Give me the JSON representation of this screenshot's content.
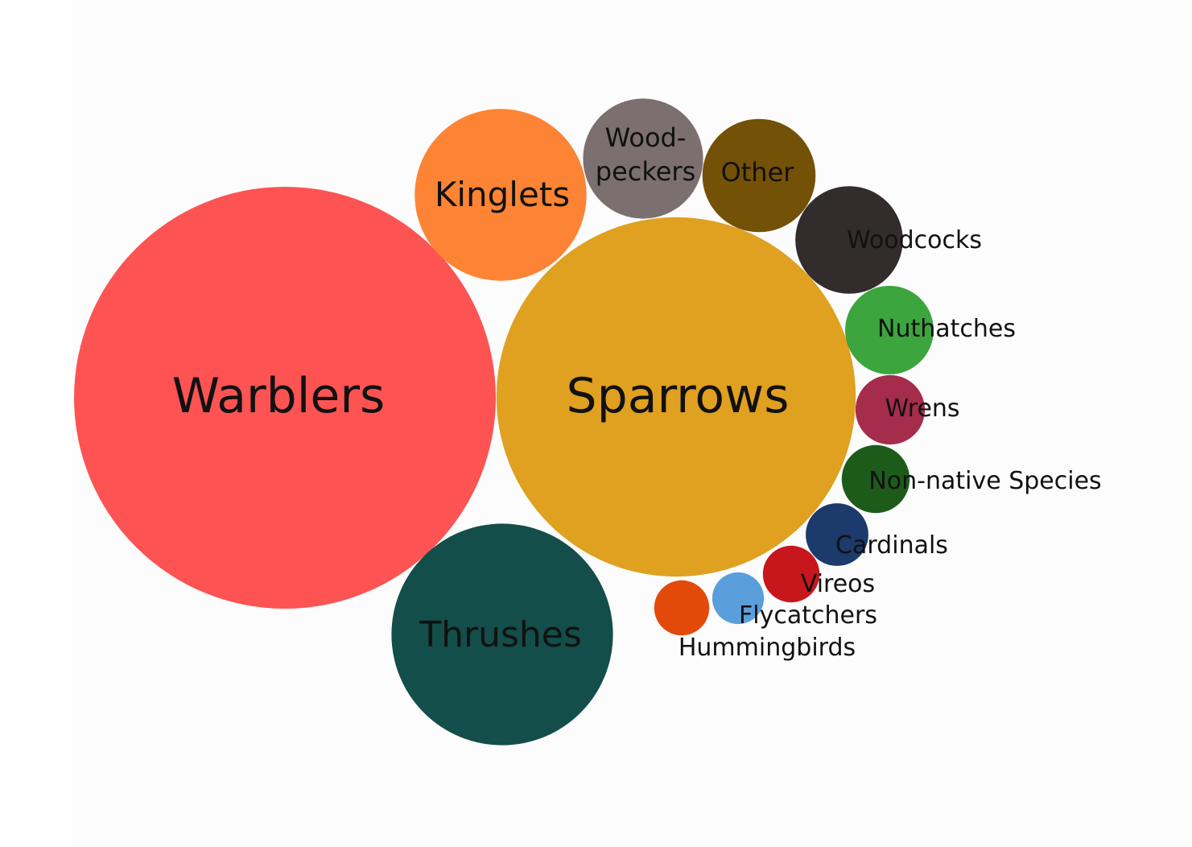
{
  "chart_data": {
    "type": "bubble",
    "title": "",
    "items": [
      {
        "label": "Warblers",
        "lines": [
          "Warblers"
        ],
        "value": 100,
        "color": "#fe5353"
      },
      {
        "label": "Sparrows",
        "lines": [
          "Sparrows"
        ],
        "value": 72.6,
        "color": "#e0a020"
      },
      {
        "label": "Thrushes",
        "lines": [
          "Thrushes"
        ],
        "value": 27.6,
        "color": "#134e4a"
      },
      {
        "label": "Kinglets",
        "lines": [
          "Kinglets"
        ],
        "value": 16.6,
        "color": "#fd8434"
      },
      {
        "label": "Woodpeckers",
        "lines": [
          "Wood-",
          "peckers"
        ],
        "value": 8.1,
        "color": "#7b6f6f"
      },
      {
        "label": "Other",
        "lines": [
          "Other"
        ],
        "value": 7.2,
        "color": "#735106"
      },
      {
        "label": "Woodcocks",
        "lines": [
          "Woodcocks"
        ],
        "value": 6.5,
        "color": "#332c2c"
      },
      {
        "label": "Nuthatches",
        "lines": [
          "Nuthatches"
        ],
        "value": 4.4,
        "color": "#3da53d"
      },
      {
        "label": "Wrens",
        "lines": [
          "Wrens"
        ],
        "value": 2.7,
        "color": "#a52c4b"
      },
      {
        "label": "Non-native Species",
        "lines": [
          "Non-native Species"
        ],
        "value": 2.6,
        "color": "#1d5b1a"
      },
      {
        "label": "Cardinals",
        "lines": [
          "Cardinals"
        ],
        "value": 2.2,
        "color": "#1c3a6b"
      },
      {
        "label": "Vireos",
        "lines": [
          "Vireos"
        ],
        "value": 1.8,
        "color": "#c8161d"
      },
      {
        "label": "Flycatchers",
        "lines": [
          "Flycatchers"
        ],
        "value": 1.5,
        "color": "#5a9fdb"
      },
      {
        "label": "Hummingbirds",
        "lines": [
          "Hummingbirds"
        ],
        "value": 1.7,
        "color": "#e34a0a"
      }
    ]
  }
}
